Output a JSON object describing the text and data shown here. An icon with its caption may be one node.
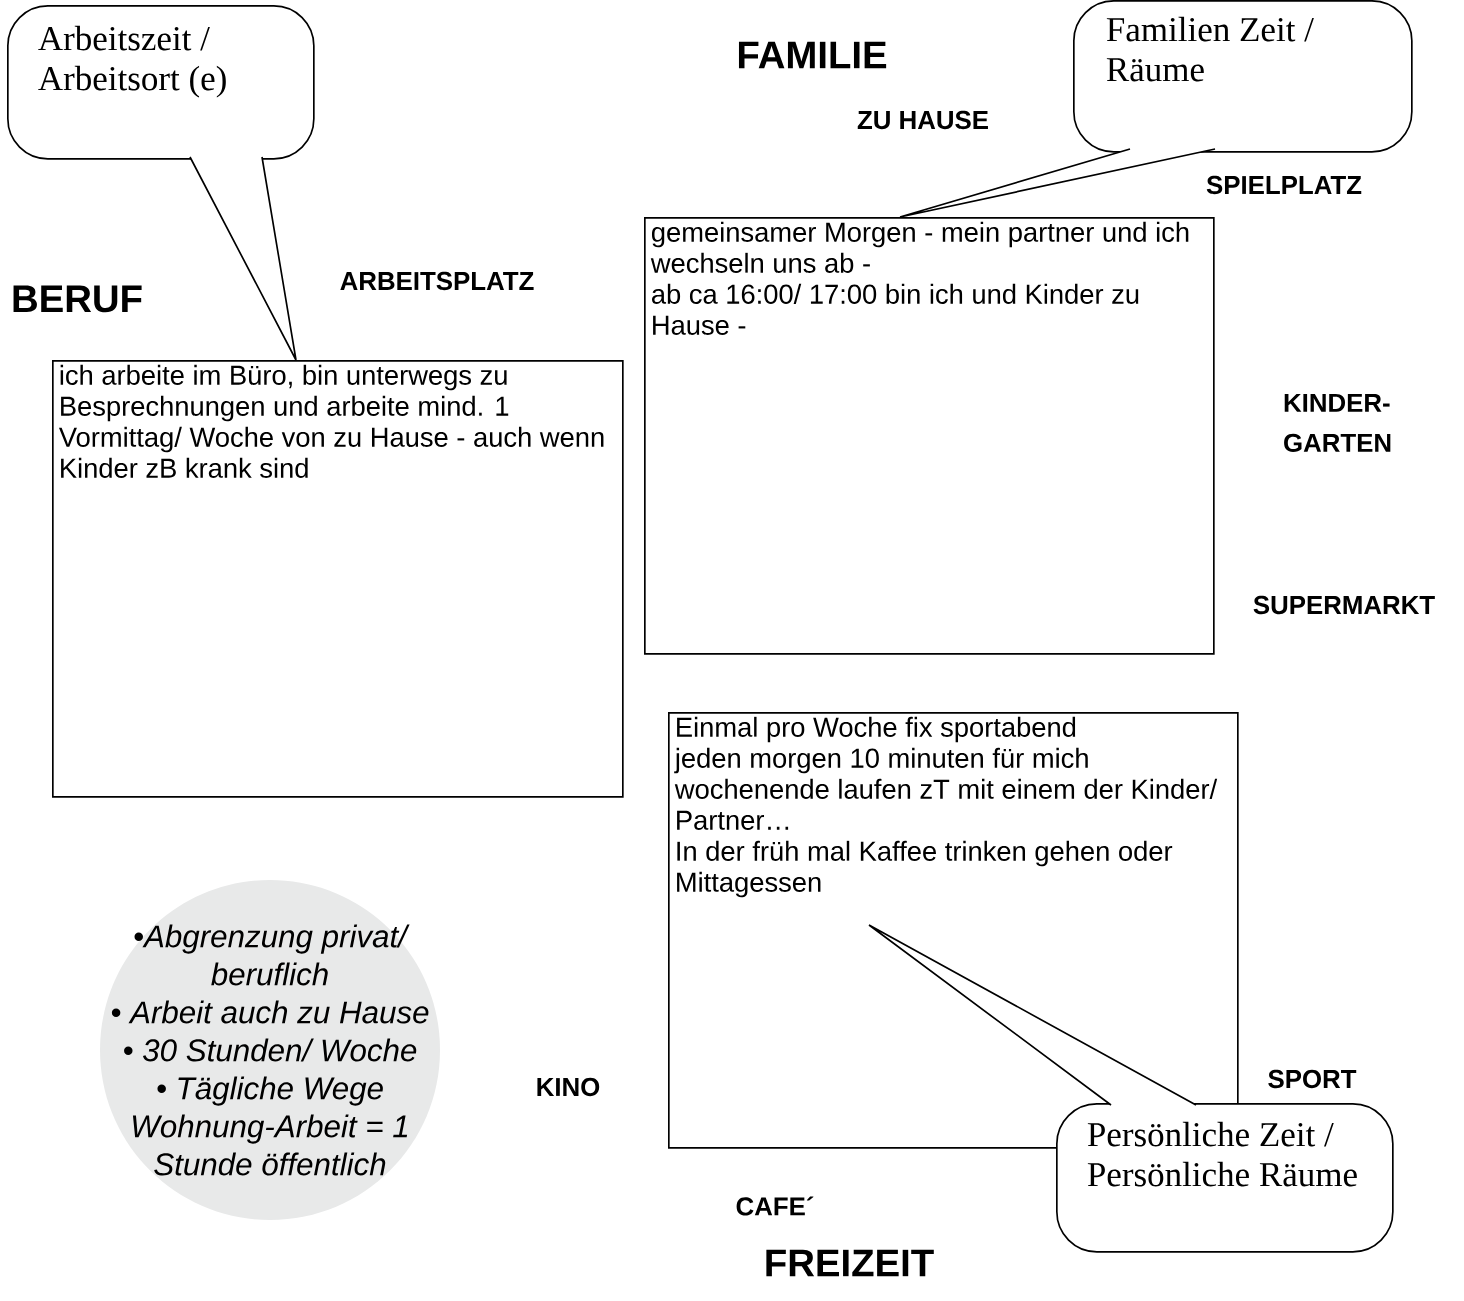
{
  "diagram": {
    "nodes": [
      {
        "text": [
          "Arbeitszeit / Arbeitsort (e)"
        ]
      },
      {
        "text": [
          "Familien Zeit / Räume"
        ]
      },
      {
        "text": [
          "gemeinsamer Morgen - mein partner und ich wechseln uns ab -",
          "ab ca 16:00/ 17:00 bin ich und Kinder zu Hause -"
        ]
      },
      {
        "text": [
          "ich arbeite im Büro, bin unterwegs zu Besprechnungen und arbeite mind. 1 Vormittag/ Woche von zu Hause - auch wenn Kinder zB krank sind"
        ]
      },
      {
        "text": [
          "Einmal pro Woche fix sportabend",
          "jeden morgen 10 minuten für mich",
          "wochenende laufen zT mit einem der Kinder/ Partner…",
          "In der früh mal Kaffee trinken gehen oder Mittagessen"
        ]
      },
      {
        "text": [
          "•Abgrenzung privat/ beruflich",
          "• Arbeit auch zu Hause",
          "• 30 Stunden/ Woche",
          "• Tägliche Wege Wohnung-Arbeit = 1 Stunde öffentlich"
        ]
      },
      {
        "text": [
          "Persönliche Zeit / Persönliche Räume"
        ]
      }
    ],
    "edges": [
      {
        "from": 0,
        "to": 3,
        "arrow": "none"
      },
      {
        "from": 1,
        "to": 2,
        "arrow": "none"
      },
      {
        "from": 6,
        "to": 4,
        "arrow": "none"
      }
    ],
    "labels": [
      "FAMILIE",
      "ZU HAUSE",
      "SPIELPLATZ",
      "ARBEITSPLATZ",
      "BERUF",
      "KINDER- GARTEN",
      "SUPERMARKT",
      "SPORT",
      "KINO",
      "CAFE´",
      "FREIZEIT"
    ]
  }
}
